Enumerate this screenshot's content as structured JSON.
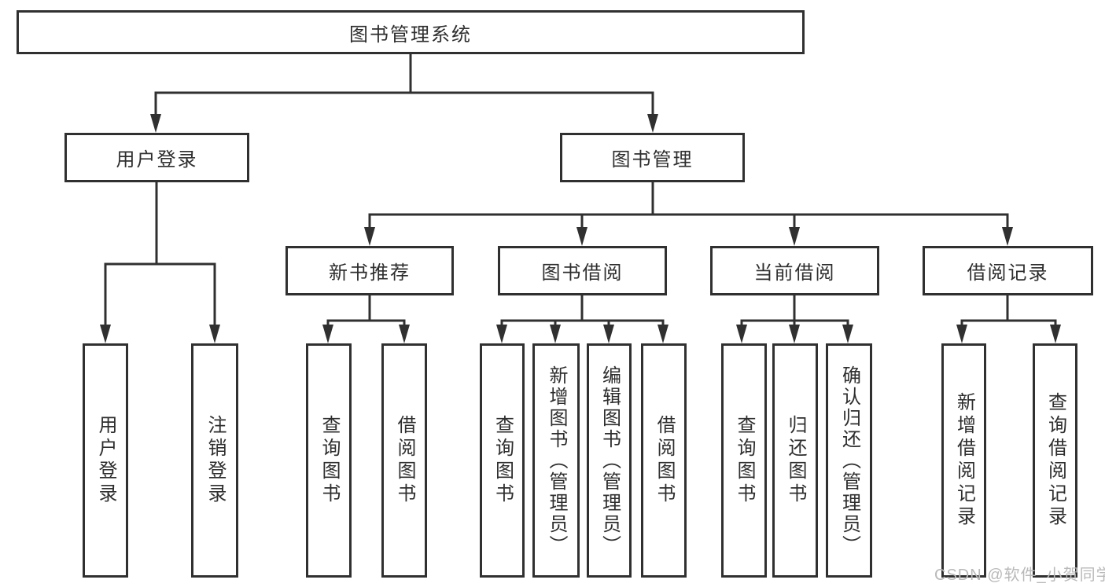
{
  "diagram": {
    "root": {
      "label": "图书管理系统"
    },
    "level2": [
      {
        "label": "用户登录"
      },
      {
        "label": "图书管理"
      }
    ],
    "level3": [
      {
        "label": "新书推荐"
      },
      {
        "label": "图书借阅"
      },
      {
        "label": "当前借阅"
      },
      {
        "label": "借阅记录"
      }
    ],
    "leaves": {
      "user_login": [
        "用户登录",
        "注销登录"
      ],
      "new_book_recommend": [
        "查询图书",
        "借阅图书"
      ],
      "book_borrow": [
        "查询图书",
        "新增图书（管理员）",
        "编辑图书（管理员）",
        "借阅图书"
      ],
      "current_borrow": [
        "查询图书",
        "归还图书",
        "确认归还（管理员）"
      ],
      "borrow_record": [
        "新增借阅记录",
        "查询借阅记录"
      ]
    },
    "watermark": "CSDN @软件_小贺同学"
  }
}
